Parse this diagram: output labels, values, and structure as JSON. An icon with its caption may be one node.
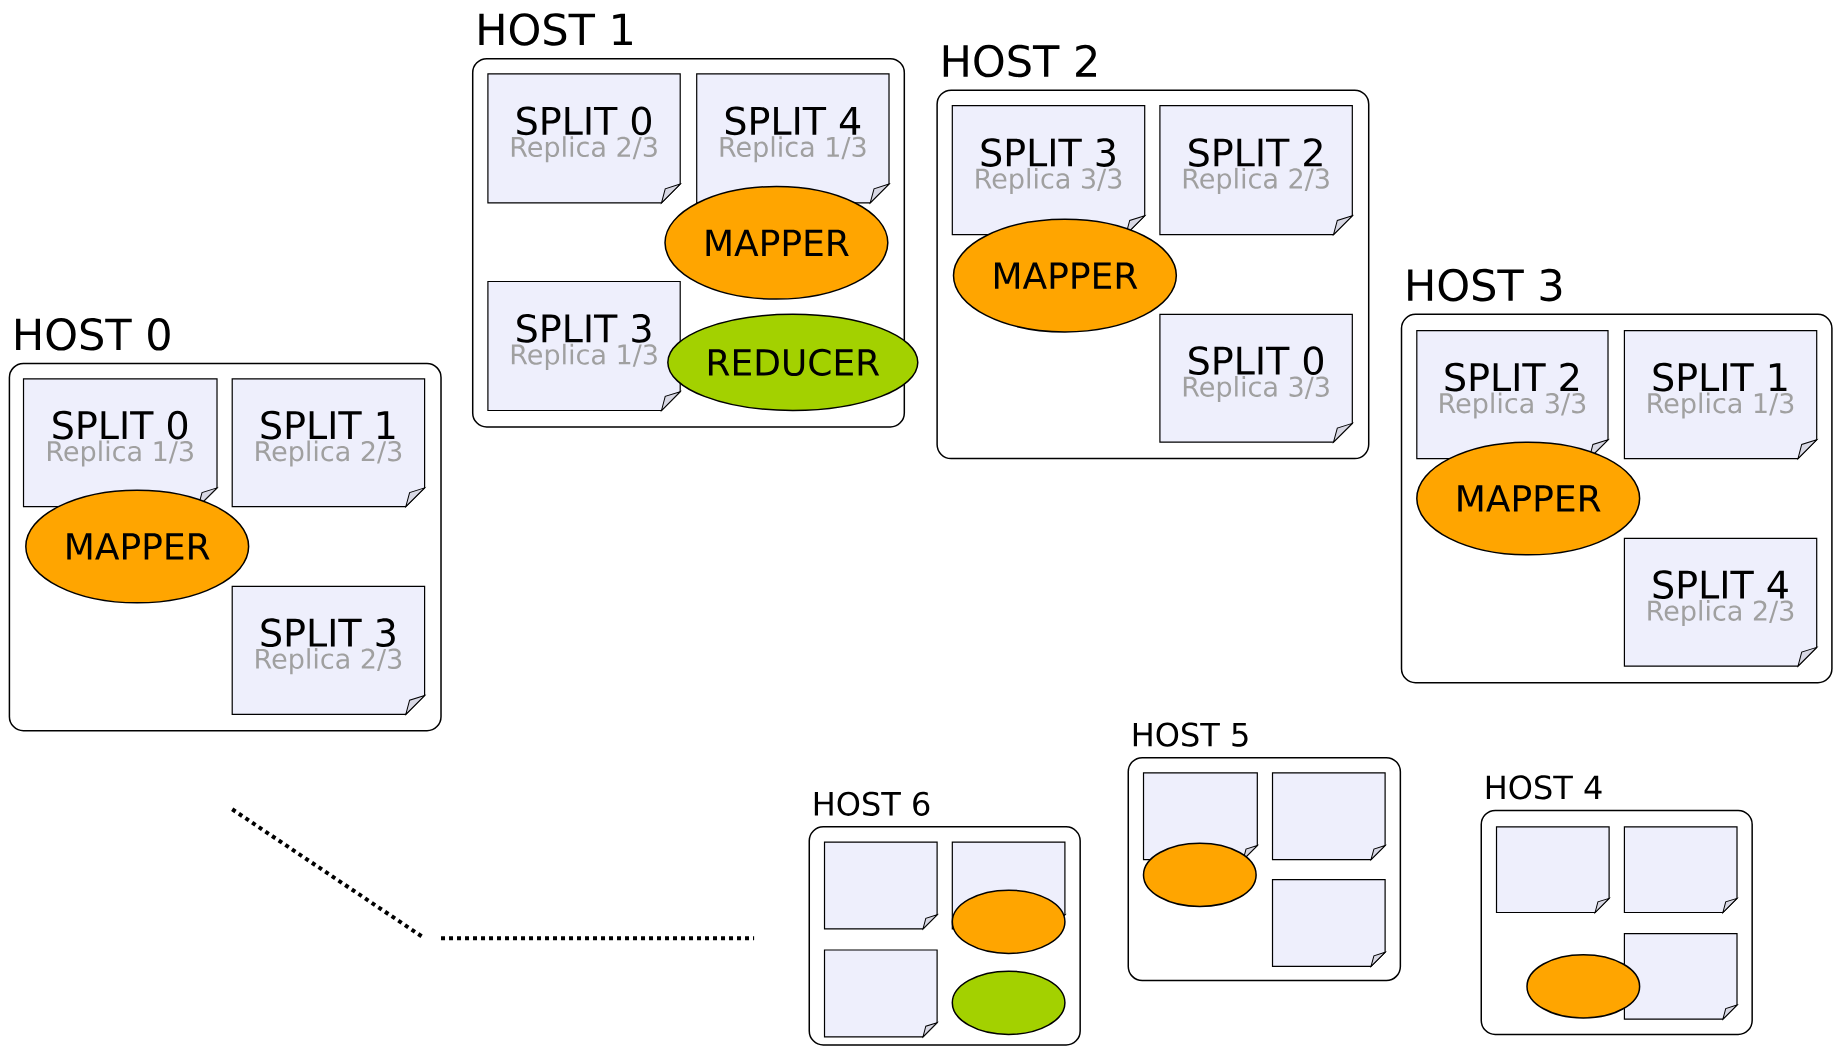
{
  "diagram": {
    "nodes": [
      {
        "text": [
          "HOST 0"
        ]
      },
      {
        "text": [
          "SPLIT 0",
          "Replica 1/3"
        ],
        "in": 0
      },
      {
        "text": [
          "SPLIT 1",
          "Replica 2/3"
        ],
        "in": 0
      },
      {
        "text": [
          "MAPPER"
        ],
        "in": 0
      },
      {
        "text": [
          "SPLIT 3",
          "Replica 2/3"
        ],
        "in": 0
      },
      {
        "text": [
          "HOST 1"
        ]
      },
      {
        "text": [
          "SPLIT 0",
          "Replica 2/3"
        ],
        "in": 5
      },
      {
        "text": [
          "SPLIT 4",
          "Replica 1/3"
        ],
        "in": 5
      },
      {
        "text": [
          "MAPPER"
        ],
        "in": 5
      },
      {
        "text": [
          "SPLIT 3",
          "Replica 1/3"
        ],
        "in": 5
      },
      {
        "text": [
          "REDUCER"
        ],
        "in": 5
      },
      {
        "text": [
          "HOST 2"
        ]
      },
      {
        "text": [
          "SPLIT 3",
          "Replica 3/3"
        ],
        "in": 11
      },
      {
        "text": [
          "SPLIT 2",
          "Replica 2/3"
        ],
        "in": 11
      },
      {
        "text": [
          "MAPPER"
        ],
        "in": 11
      },
      {
        "text": [
          "SPLIT 0",
          "Replica 3/3"
        ],
        "in": 11
      },
      {
        "text": [
          "HOST 3"
        ]
      },
      {
        "text": [
          "SPLIT 2",
          "Replica 3/3"
        ],
        "in": 16
      },
      {
        "text": [
          "SPLIT 1",
          "Replica 1/3"
        ],
        "in": 16
      },
      {
        "text": [
          "MAPPER"
        ],
        "in": 16
      },
      {
        "text": [
          "SPLIT 4",
          "Replica 2/3"
        ],
        "in": 16
      },
      {
        "text": [
          "HOST 6"
        ]
      },
      {
        "text": [],
        "shape": "document",
        "in": 21
      },
      {
        "text": [],
        "shape": "document",
        "in": 21
      },
      {
        "text": [],
        "shape": "ellipse",
        "in": 21
      },
      {
        "text": [],
        "shape": "document",
        "in": 21
      },
      {
        "text": [],
        "shape": "ellipse",
        "in": 21
      },
      {
        "text": [
          "HOST 5"
        ]
      },
      {
        "text": [],
        "shape": "document",
        "in": 27
      },
      {
        "text": [],
        "shape": "document",
        "in": 27
      },
      {
        "text": [],
        "shape": "ellipse",
        "in": 27
      },
      {
        "text": [],
        "shape": "document",
        "in": 27
      },
      {
        "text": [
          "HOST 4"
        ]
      },
      {
        "text": [],
        "shape": "document",
        "in": 32
      },
      {
        "text": [],
        "shape": "document",
        "in": 32
      },
      {
        "text": [],
        "shape": "document",
        "in": 32
      },
      {
        "text": [],
        "shape": "ellipse",
        "in": 32
      }
    ]
  }
}
